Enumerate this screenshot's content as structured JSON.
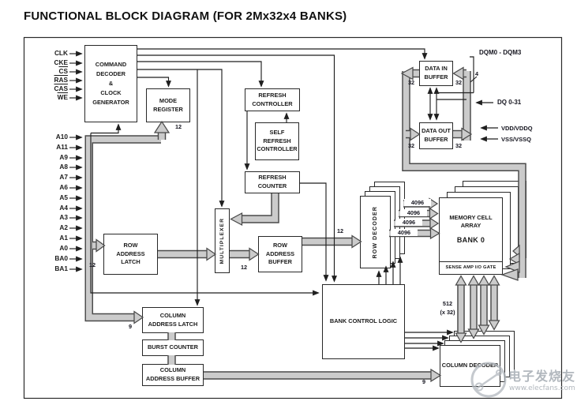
{
  "title": "FUNCTIONAL BLOCK DIAGRAM (FOR 2Mx32x4 BANKS)",
  "pins": {
    "control": [
      {
        "label": "CLK",
        "overline": false
      },
      {
        "label": "CKE",
        "overline": false
      },
      {
        "label": "CS",
        "overline": true
      },
      {
        "label": "RAS",
        "overline": true
      },
      {
        "label": "CAS",
        "overline": true
      },
      {
        "label": "WE",
        "overline": true
      }
    ],
    "address": [
      "A10",
      "A11",
      "A9",
      "A8",
      "A7",
      "A6",
      "A5",
      "A4",
      "A3",
      "A2",
      "A1",
      "A0",
      "BA0",
      "BA1"
    ]
  },
  "blocks": {
    "command_decoder": "COMMAND\nDECODER\n&\nCLOCK\nGENERATOR",
    "mode_register": "MODE\nREGISTER",
    "refresh_controller": "REFRESH\nCONTROLLER",
    "self_refresh_controller": "SELF\nREFRESH\nCONTROLLER",
    "refresh_counter": "REFRESH\nCOUNTER",
    "multiplexer": "MULTIPLEXER",
    "row_address_latch": "ROW\nADDRESS\nLATCH",
    "row_address_buffer": "ROW\nADDRESS\nBUFFER",
    "row_decoder": "ROW DECODER",
    "memory_cell_array": "MEMORY CELL\nARRAY",
    "bank0": "BANK 0",
    "sense_amp": "SENSE AMP I/O GATE",
    "bank_control_logic": "BANK CONTROL LOGIC",
    "column_address_latch": "COLUMN\nADDRESS LATCH",
    "burst_counter": "BURST COUNTER",
    "column_address_buffer": "COLUMN\nADDRESS BUFFER",
    "column_decoder": "COLUMN DECODER",
    "data_in_buffer": "DATA IN\nBUFFER",
    "data_out_buffer": "DATA OUT\nBUFFER"
  },
  "bus_widths": {
    "mode_register": "12",
    "row_address_latch": "12",
    "row_address_buffer_in": "12",
    "row_address_buffer_out": "12",
    "column_address_latch": "9",
    "column_decoder": "9",
    "dqm": "4",
    "data_in_left": "32",
    "data_in_right": "32",
    "data_out_left": "32",
    "data_out_right": "32",
    "row_lines": [
      "4096",
      "4096",
      "4096",
      "4096"
    ],
    "io_lines": "512",
    "io_lines_note": "(x 32)"
  },
  "io_labels": {
    "dqm": "DQM0 - DQM3",
    "dq": "DQ 0-31",
    "vdd": "VDD/VDDQ",
    "vss": "VSS/VSSQ"
  },
  "watermark": {
    "name": "电子发烧友",
    "url": "www.elecfans.com"
  }
}
